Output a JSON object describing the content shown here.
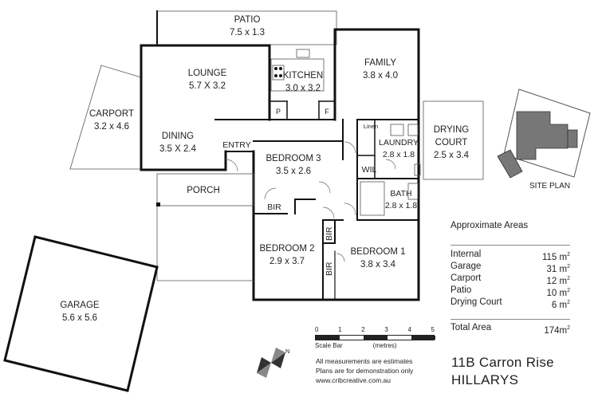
{
  "rooms": {
    "patio": {
      "name": "PATIO",
      "size": "7.5 x 1.3"
    },
    "lounge": {
      "name": "LOUNGE",
      "size": "5.7 X 3.2"
    },
    "kitchen": {
      "name": "KITCHEN",
      "size": "3.0 x 3.2"
    },
    "family": {
      "name": "FAMILY",
      "size": "3.8 x 4.0"
    },
    "carport": {
      "name": "CARPORT",
      "size": "3.2 x 4.6"
    },
    "dining": {
      "name": "DINING",
      "size": "3.5 X 2.4"
    },
    "entry": {
      "name": "ENTRY"
    },
    "bedroom3": {
      "name": "BEDROOM 3",
      "size": "3.5 x 2.6"
    },
    "laundry": {
      "name": "LAUNDRY",
      "size": "2.8 x 1.8"
    },
    "linen": {
      "name": "Linen"
    },
    "drying_court": {
      "name": "DRYING",
      "name2": "COURT",
      "size": "2.5 x 3.4"
    },
    "porch": {
      "name": "PORCH"
    },
    "bir_bed3": {
      "name": "BIR"
    },
    "wil": {
      "name": "WIL"
    },
    "bath": {
      "name": "BATH",
      "size": "2.8 x 1.8"
    },
    "bir_bed2": {
      "name": "BIR"
    },
    "bir_bed1": {
      "name": "BIR"
    },
    "bedroom2": {
      "name": "BEDROOM 2",
      "size": "2.9 x 3.7"
    },
    "bedroom1": {
      "name": "BEDROOM 1",
      "size": "3.8 x 3.4"
    },
    "garage": {
      "name": "GARAGE",
      "size": "5.6 x 5.6"
    },
    "pantry": {
      "name": "P"
    },
    "fridge": {
      "name": "F"
    }
  },
  "site_plan": {
    "label": "SITE PLAN"
  },
  "areas": {
    "title": "Approximate Areas",
    "unit": "m",
    "unit_sup": "2",
    "rows": [
      {
        "label": "Internal",
        "value": "115"
      },
      {
        "label": "Garage",
        "value": "31"
      },
      {
        "label": "Carport",
        "value": "12"
      },
      {
        "label": "Patio",
        "value": "10"
      },
      {
        "label": "Drying Court",
        "value": "6"
      }
    ],
    "total": {
      "label": "Total Area",
      "value": "174"
    }
  },
  "scale_bar": {
    "ticks": [
      "0",
      "1",
      "2",
      "3",
      "4",
      "5"
    ],
    "label": "Scale Bar",
    "units": "(metres)"
  },
  "notes": {
    "line1": "All measurements are estimates",
    "line2": "Plans are for demonstration only",
    "line3": "www.cribcreative.com.au"
  },
  "address": {
    "line1": "11B Carron Rise",
    "line2": "HILLARYS"
  }
}
